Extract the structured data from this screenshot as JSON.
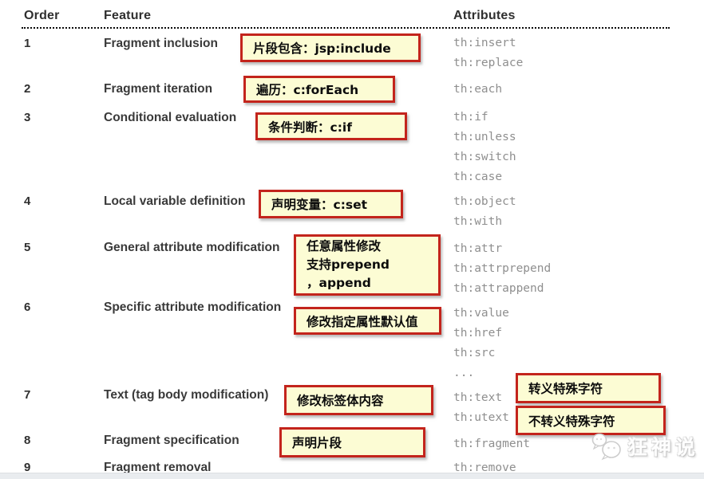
{
  "table": {
    "headers": {
      "order": "Order",
      "feature": "Feature",
      "attributes": "Attributes"
    },
    "rows": [
      {
        "order": "1",
        "feature": "Fragment inclusion",
        "attributes": [
          "th:insert",
          "th:replace"
        ]
      },
      {
        "order": "2",
        "feature": "Fragment iteration",
        "attributes": [
          "th:each"
        ]
      },
      {
        "order": "3",
        "feature": "Conditional evaluation",
        "attributes": [
          "th:if",
          "th:unless",
          "th:switch",
          "th:case"
        ]
      },
      {
        "order": "4",
        "feature": "Local variable definition",
        "attributes": [
          "th:object",
          "th:with"
        ]
      },
      {
        "order": "5",
        "feature": "General attribute modification",
        "attributes": [
          "th:attr",
          "th:attrprepend",
          "th:attrappend"
        ]
      },
      {
        "order": "6",
        "feature": "Specific attribute modification",
        "attributes": [
          "th:value",
          "th:href",
          "th:src",
          "..."
        ]
      },
      {
        "order": "7",
        "feature": "Text (tag body modification)",
        "attributes": [
          "th:text",
          "th:utext"
        ]
      },
      {
        "order": "8",
        "feature": "Fragment specification",
        "attributes": [
          "th:fragment"
        ]
      },
      {
        "order": "9",
        "feature": "Fragment removal",
        "attributes": [
          "th:remove"
        ]
      }
    ]
  },
  "annotations": [
    {
      "text": "片段包含：jsp:include"
    },
    {
      "text": "遍历：c:forEach"
    },
    {
      "text": "条件判断：c:if"
    },
    {
      "text": "声明变量：c:set"
    },
    {
      "lines": [
        "任意属性修改",
        "支持prepend",
        "，append"
      ]
    },
    {
      "text": "修改指定属性默认值"
    },
    {
      "text": "修改标签体内容"
    },
    {
      "text": "声明片段"
    },
    {
      "text": "转义特殊字符"
    },
    {
      "text": "不转义特殊字符"
    }
  ],
  "watermark": {
    "icon": "wechat-bubbles-icon",
    "text": "狂神说"
  },
  "colors": {
    "annotation_bg": "#fcfcd4",
    "annotation_border": "#c3241c",
    "attribute_text": "#8f8f8f",
    "feature_text": "#3a3a3a",
    "header_text": "#2f2f2f"
  }
}
